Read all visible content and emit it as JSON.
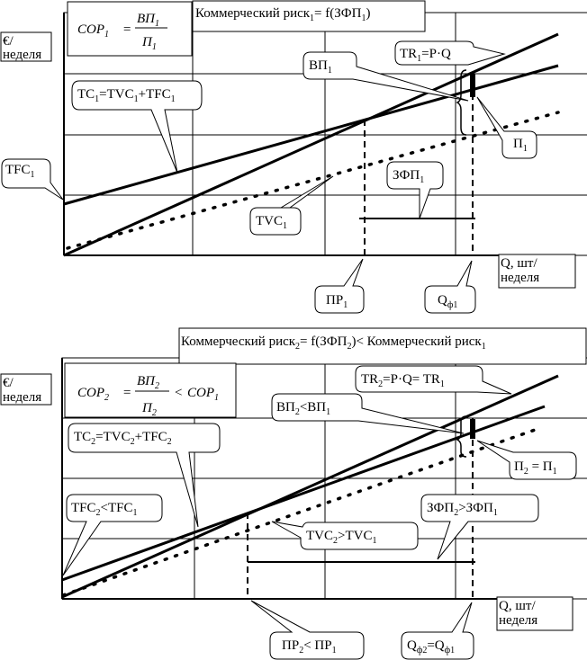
{
  "diagram1": {
    "title": "Коммерческий риск",
    "title_sub": "1",
    "title_rest": "= f(ЗФП",
    "title_sub2": "1",
    "title_end": ")",
    "formula": {
      "lhs": "COP",
      "lhs_sub": "1",
      "num": "ВП",
      "num_sub": "1",
      "den": "П",
      "den_sub": "1"
    },
    "y_axis_label_line1": "€/",
    "y_axis_label_line2": "неделя",
    "x_axis_label_line1": "Q, шт/",
    "x_axis_label_line2": "неделя",
    "labels": {
      "tc": "TC",
      "tc_sub": "1",
      "tc_rest": "=TVC",
      "tc_sub2": "1",
      "tc_rest2": "+TFC",
      "tc_sub3": "1",
      "tfc": "TFC",
      "tfc_sub": "1",
      "tvc": "TVC",
      "tvc_sub": "1",
      "vp": "ВП",
      "vp_sub": "1",
      "tr": "TR",
      "tr_sub": "1",
      "tr_rest": "=P·Q",
      "zfp": "ЗФП",
      "zfp_sub": "1",
      "p": "П",
      "p_sub": "1",
      "pr": "ПР",
      "pr_sub": "1",
      "qf": "Q",
      "qf_sub": "ф1"
    }
  },
  "diagram2": {
    "title": "Коммерческий риск",
    "title_sub": "2",
    "title_rest": "= f(ЗФП",
    "title_sub2": "2",
    "title_rest2": ")< Коммерческий риск",
    "title_sub3": "1",
    "formula": {
      "lhs": "COP",
      "lhs_sub": "2",
      "num": "ВП",
      "num_sub": "2",
      "den": "П",
      "den_sub": "2",
      "cmp": "<",
      "rhs": "COP",
      "rhs_sub": "1"
    },
    "y_axis_label_line1": "€/",
    "y_axis_label_line2": "неделя",
    "x_axis_label_line1": "Q, шт/",
    "x_axis_label_line2": "неделя",
    "labels": {
      "tr": "TR",
      "tr_sub": "2",
      "tr_rest": "=P·Q= TR",
      "tr_sub2": "1",
      "vp": "ВП",
      "vp_sub": "2",
      "vp_rest": "<ВП",
      "vp_sub2": "1",
      "tc": "TC",
      "tc_sub": "2",
      "tc_rest": "=TVC",
      "tc_sub2": "2",
      "tc_rest2": "+TFC",
      "tc_sub3": "2",
      "p": "П",
      "p_sub": "2",
      "p_rest": " = П",
      "p_sub2": "1",
      "tfc": "TFC",
      "tfc_sub": "2",
      "tfc_rest": "<TFC",
      "tfc_sub2": "1",
      "zfp": "ЗФП",
      "zfp_sub": "2",
      "zfp_rest": ">ЗФП",
      "zfp_sub2": "1",
      "tvc": "TVC",
      "tvc_sub": "2",
      "tvc_rest": ">TVC",
      "tvc_sub2": "1",
      "pr": "ПР",
      "pr_sub": "2",
      "pr_rest": "< ПР",
      "pr_sub2": "1",
      "qf": "Q",
      "qf_sub": "ф2",
      "qf_rest": "=Q",
      "qf_sub2": "ф1"
    }
  }
}
